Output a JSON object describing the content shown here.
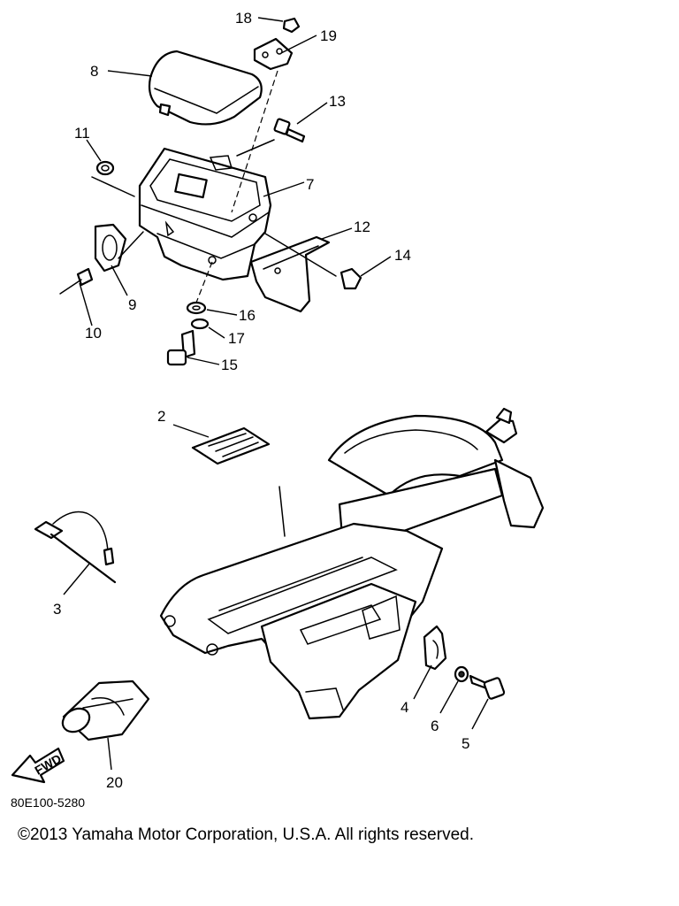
{
  "callouts": {
    "c1": "2",
    "c2": "3",
    "c3": "4",
    "c4": "5",
    "c5": "6",
    "c6": "7",
    "c7": "8",
    "c8": "9",
    "c9": "10",
    "c10": "11",
    "c11": "12",
    "c12": "13",
    "c13": "14",
    "c14": "15",
    "c15": "16",
    "c16": "17",
    "c17": "18",
    "c18": "19",
    "c19": "20"
  },
  "fwd_label": "FWD",
  "diagram_code": "80E100-5280",
  "copyright": "©2013 Yamaha Motor Corporation, U.S.A. All rights reserved."
}
